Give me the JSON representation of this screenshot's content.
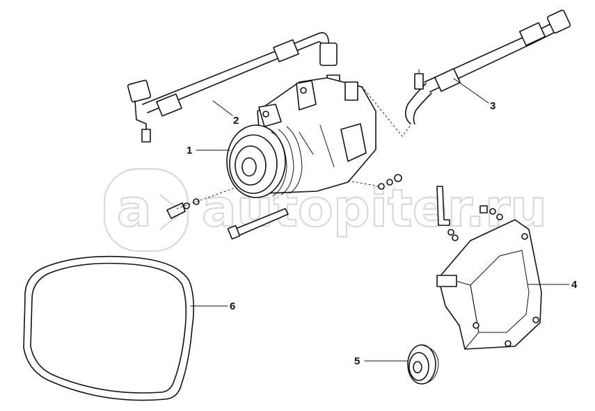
{
  "watermark": {
    "text": "autopiter.ru"
  },
  "callouts": [
    {
      "id": "1",
      "label": "1"
    },
    {
      "id": "2",
      "label": "2"
    },
    {
      "id": "3",
      "label": "3"
    },
    {
      "id": "4",
      "label": "4"
    },
    {
      "id": "5",
      "label": "5"
    },
    {
      "id": "6",
      "label": "6"
    }
  ],
  "colors": {
    "line": "#111111",
    "watermark": "#d9d9d9",
    "background": "#ffffff"
  }
}
